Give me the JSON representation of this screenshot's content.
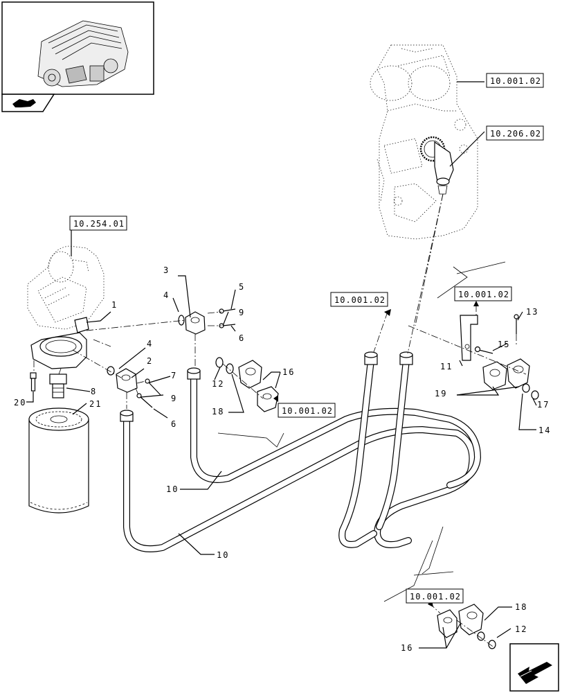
{
  "references": {
    "r1": "10.001.02",
    "r2": "10.206.02",
    "r3": "10.254.01",
    "r4": "10.001.02",
    "r5": "10.001.02",
    "r6": "10.001.02",
    "r7": "10.001.02"
  },
  "callouts": {
    "c1": "1",
    "c2": "2",
    "c3": "3",
    "c4a": "4",
    "c4b": "4",
    "c5": "5",
    "c6a": "6",
    "c6b": "6",
    "c7": "7",
    "c8": "8",
    "c9a": "9",
    "c9b": "9",
    "c10a": "10",
    "c10b": "10",
    "c11": "11",
    "c12a": "12",
    "c12b": "12",
    "c13": "13",
    "c14": "14",
    "c15": "15",
    "c16a": "16",
    "c16b": "16",
    "c17": "17",
    "c18a": "18",
    "c18b": "18",
    "c19": "19",
    "c20": "20",
    "c21": "21"
  },
  "icons": {
    "thumbnail": "engine-thumbnail-icon",
    "section": "section-marker-icon",
    "nav": "next-page-arrow-icon"
  }
}
